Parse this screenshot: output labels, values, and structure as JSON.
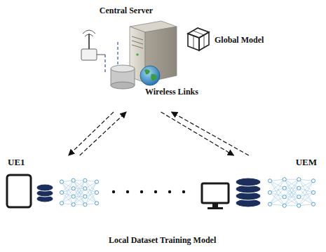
{
  "diagram": {
    "caption": "Local Dataset Training Model",
    "nodes": [
      {
        "text": [
          "Central Server"
        ]
      },
      {
        "text": [
          "UE1"
        ]
      },
      {
        "text": [
          "UEM"
        ]
      }
    ],
    "edges": [
      {
        "from": 0,
        "to": 1,
        "arrow": "to"
      },
      {
        "from": 1,
        "to": 0,
        "arrow": "to"
      },
      {
        "from": 0,
        "to": 2,
        "arrow": "to"
      },
      {
        "from": 2,
        "to": 0,
        "arrow": "to"
      }
    ],
    "labels": [
      "Global Model",
      "Wireless Links"
    ]
  }
}
